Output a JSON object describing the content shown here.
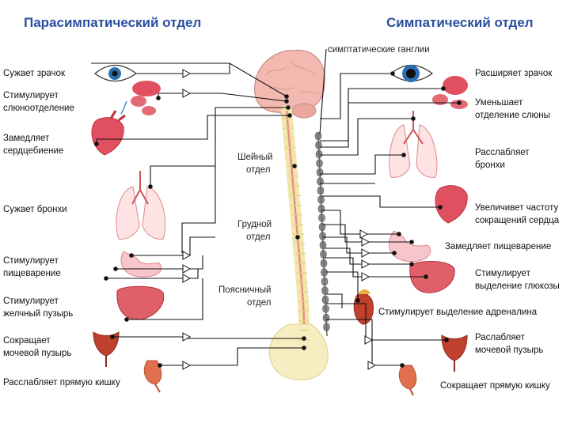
{
  "titles": {
    "left": "Парасимпатический отдел",
    "right": "Симпатический отдел"
  },
  "labels": {
    "ganglia": "симптатические ганглии",
    "cervical": [
      "Шейный",
      "отдел"
    ],
    "thoracic": [
      "Грудной",
      "отдел"
    ],
    "lumbar": [
      "Поясничный",
      "отдел"
    ]
  },
  "parasympathetic": [
    {
      "lines": [
        "Сужает зрачок"
      ]
    },
    {
      "lines": [
        "Стимулирует",
        "слюноотделение"
      ]
    },
    {
      "lines": [
        "Замедляет",
        "сердцебиение"
      ]
    },
    {
      "lines": [
        "Сужает бронхи"
      ]
    },
    {
      "lines": [
        "Стимулирует",
        "пищеварение"
      ]
    },
    {
      "lines": [
        "Стимулирует",
        "желчный пузырь"
      ]
    },
    {
      "lines": [
        "Сокращает",
        "мочевой пузырь"
      ]
    },
    {
      "lines": [
        "Расслабляет прямую кишку"
      ]
    }
  ],
  "sympathetic": [
    {
      "lines": [
        "Расширяет зрачок"
      ]
    },
    {
      "lines": [
        "Уменьшает",
        "отделение слюны"
      ]
    },
    {
      "lines": [
        "Расслабляет",
        "бронхи"
      ]
    },
    {
      "lines": [
        "Увеличивет частоту",
        "сокращений сердца"
      ]
    },
    {
      "lines": [
        "Замедляет пищеварение"
      ]
    },
    {
      "lines": [
        "Стимулирует",
        "выделение глюкозы"
      ]
    },
    {
      "lines": [
        "Стимулирует выделение адреналина"
      ]
    },
    {
      "lines": [
        "Раслабляет",
        "мочевой пузырь"
      ]
    },
    {
      "lines": [
        "Сокращает прямую кишку"
      ]
    }
  ],
  "colors": {
    "title": "#2a4fa0",
    "organ": "#e05060",
    "organ_dark": "#b83040",
    "spine": "#f2e6a8",
    "ganglion": "#8a8a8a",
    "brain": "#f3b8b0"
  }
}
